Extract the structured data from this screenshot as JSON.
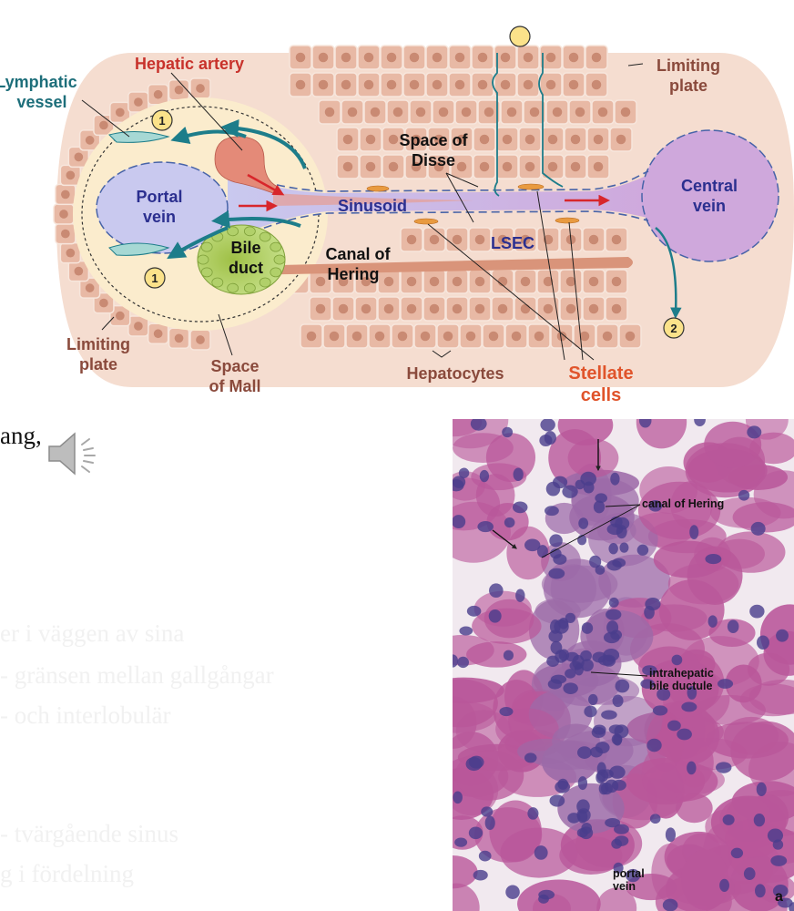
{
  "diagram": {
    "labels": {
      "hepatic_artery": "Hepatic artery",
      "lymphatic_vessel_line1": "Lymphatic",
      "lymphatic_vessel_line2": "vessel",
      "portal_vein_line1": "Portal",
      "portal_vein_line2": "vein",
      "sinusoid": "Sinusoid",
      "space_of_disse_line1": "Space of",
      "space_of_disse_line2": "Disse",
      "central_vein_line1": "Central",
      "central_vein_line2": "vein",
      "limiting_plate_top_line1": "Limiting",
      "limiting_plate_top_line2": "plate",
      "bile_duct_line1": "Bile",
      "bile_duct_line2": "duct",
      "canal_of_hering_line1": "Canal of",
      "canal_of_hering_line2": "Hering",
      "lsec": "LSEC",
      "limiting_plate_bottom_line1": "Limiting",
      "limiting_plate_bottom_line2": "plate",
      "space_of_mall_line1": "Space",
      "space_of_mall_line2": "of Mall",
      "hepatocytes": "Hepatocytes",
      "stellate_cells_line1": "Stellate",
      "stellate_cells_line2": "cells",
      "marker_1": "1",
      "marker_2": "2"
    },
    "colors": {
      "parenchyma": "#f5ddd0",
      "hepatocyte": "#e8b9a5",
      "hepatocyte_nucleus": "#c98a73",
      "portal_vein": "#c9c9ef",
      "central_vein": "#cfa8dc",
      "hepatic_artery": "#e48a78",
      "bile_duct": "#c5df88",
      "lymph": "#a6d8d4",
      "flow_arrow": "#1d7d8a",
      "red_arrow": "#d8262b",
      "label_red": "#c8322b",
      "label_blue": "#2b2f8f",
      "label_teal": "#1d6e7a",
      "label_brown": "#8a4a3c",
      "stellate_label": "#e0542b"
    }
  },
  "slide_text": "ang,",
  "speaker_icon": "speaker-icon",
  "faded_lines": [
    "er i väggen av sina",
    "- gränsen mellan gallgångar",
    "- och interlobulär",
    "- tvärgående sinus",
    "g i fördelning"
  ],
  "micrograph": {
    "labels": {
      "canal_of_hering": "canal of Hering",
      "bile_ductule_line1": "intrahepatic",
      "bile_ductule_line2": "bile ductule",
      "portal_vein_line1": "portal",
      "portal_vein_line2": "vein",
      "panel_letter": "a"
    },
    "colors": {
      "background": "#f1e9ef",
      "cytoplasm": "#b9579a",
      "nucleus": "#4a3d8c"
    }
  }
}
